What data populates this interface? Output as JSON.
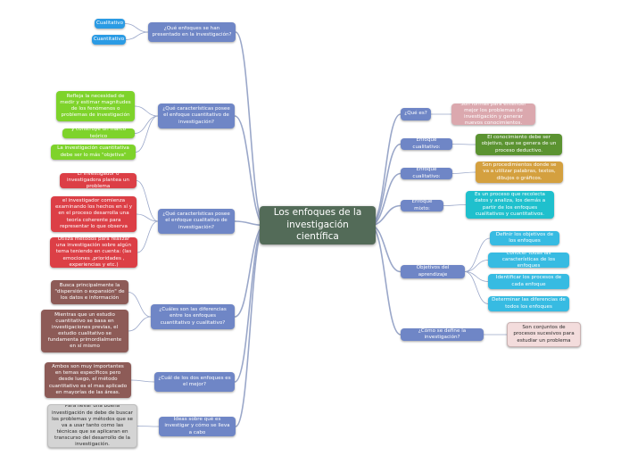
{
  "colors": {
    "line": "#9aa7c9",
    "question": "#6f86c6",
    "root": "#536b58"
  },
  "root": "Los enfoques de la investigación científica",
  "left": [
    {
      "question": "¿Qué enfoques se han presentado en la investigación?",
      "answers": [
        "Cualitativo",
        "Cuantitativo"
      ]
    },
    {
      "question": "¿Qué características posee el enfoque cuantitativo de investigación?",
      "answers": [
        "Refleja la necesidad de medir y estimar magnitudes de los fenómenos o problemas de investigación",
        "y construye un marco teórico",
        "La investigación cuantitativa debe ser lo más \"objetiva\""
      ]
    },
    {
      "question": "¿Qué características posee el enfoque cualitativo de investigación?",
      "answers": [
        "El investigador o investigadora plantea un problema",
        "el investigador comienza examinando los hechos en sí y en el proceso desarrolla una teoría coherente para representar lo que observa",
        "Utiliza métodos para realizar una investigación sobre algún tema teniendo en cuenta: (las emociones ,prioridades , experiencias y etc.)"
      ]
    },
    {
      "question": "¿Cuáles son las diferencias entre los enfoques cuantitativo y cualitativo?",
      "answers": [
        "Busca principalmente la \"dispersión o expansión\" de los datos e información",
        "Mientras que un estudio cuantitativo se basa en investigaciones previas, el estudio cualitativo se fundamenta primordialmente en sí mismo"
      ]
    },
    {
      "question": "¿Cuál de los dos enfoques es el mejor?",
      "answers": [
        "Ambos son muy importantes en temas específicos pero desde luego, el método cuantitativo es el mas aplicado en mayorías de las áreas."
      ]
    },
    {
      "question": "Ideas sobre qué es investigar y cómo se lleva a cabo",
      "answers": [
        "Para llevar una buena investigación de debe de buscar los problemas y métodos que se va a usar tanto como las técnicas que se aplicaran en transcurso del desarrollo de la investigación."
      ]
    }
  ],
  "right": [
    {
      "question": "¿Qué es?",
      "answers": [
        "Son formas para entender mejor los problemas de investigación y generar nuevos conocimientos."
      ]
    },
    {
      "question": "Enfoque cualitativo:",
      "answers": [
        "El conocimiento debe ser objetivo, que se genera de un proceso deductivo."
      ]
    },
    {
      "question": "Enfoque cualitativo:",
      "answers": [
        "Son procedimientos donde se va a utilizar palabras, textos, dibujos o gráficos."
      ]
    },
    {
      "question": "Enfoque mixto:",
      "answers": [
        "Es un proceso que recolecta datos y analiza, los demás a partir de los enfoques cualitativos y cuantitativos."
      ]
    },
    {
      "question": "Objetivos del aprendizaje",
      "answers": [
        "Definir los objetivos de los enfoques",
        "Conocer todas las características de los enfoques",
        "Identificar los procesos de cada enfoque",
        "Determinar las diferencias de todos los enfoques"
      ]
    },
    {
      "question": "¿Cómo se define la investigación?",
      "answers": [
        "Son conjuntos de procesos sucesivos para estudiar un problema"
      ]
    }
  ]
}
